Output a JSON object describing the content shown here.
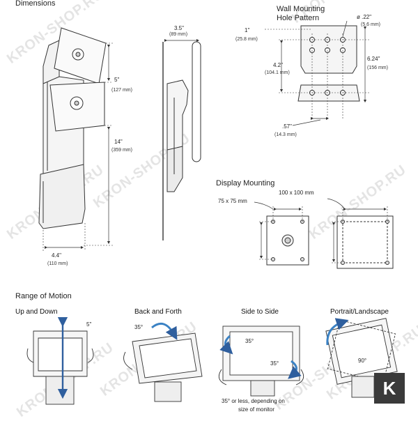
{
  "sections": {
    "dimensions": "Dimensions",
    "wall_mounting": "Wall Mounting\nHole Pattern",
    "wall_mounting_l1": "Wall Mounting",
    "wall_mounting_l2": "Hole Pattern",
    "display_mounting": "Display Mounting",
    "range_of_motion": "Range of Motion"
  },
  "dimensions": {
    "depth": {
      "in": "3.5\"",
      "mm": "(89 mm)"
    },
    "travel": {
      "in": "5\"",
      "mm": "(127 mm)"
    },
    "height": {
      "in": "14\"",
      "mm": "(359 mm)"
    },
    "width": {
      "in": "4.4\"",
      "mm": "(110 mm)"
    }
  },
  "wall_pattern": {
    "hole_dia": {
      "in": "ø .22\"",
      "mm": "(5.6 mm)"
    },
    "left_offset": {
      "in": "1\"",
      "mm": "(25.8 mm)"
    },
    "spacing": {
      "in": "4.2\"",
      "mm": "(104.1 mm)"
    },
    "total": {
      "in": "6.24\"",
      "mm": "(156 mm)"
    },
    "bottom": {
      "in": ".57\"",
      "mm": "(14.3 mm)"
    }
  },
  "display_mounting": {
    "vesa_75": "75 x 75 mm",
    "vesa_100": "100 x 100 mm"
  },
  "motion": {
    "up_down": {
      "label": "Up and Down",
      "value": "5\""
    },
    "back_forth": {
      "label": "Back and Forth",
      "value": "35°"
    },
    "side_side": {
      "label": "Side to Side",
      "value_a": "35°",
      "value_b": "35°",
      "note_l1": "35° or less, depending on",
      "note_l2": "size of monitor"
    },
    "portrait": {
      "label": "Portrait/Landscape",
      "value": "90°"
    }
  },
  "watermark": "KRON-SHOP.RU",
  "badge": "K",
  "colors": {
    "arrow_blue": "#2f5f9e",
    "rotate_blue": "#3b82c4",
    "line": "#333333"
  }
}
